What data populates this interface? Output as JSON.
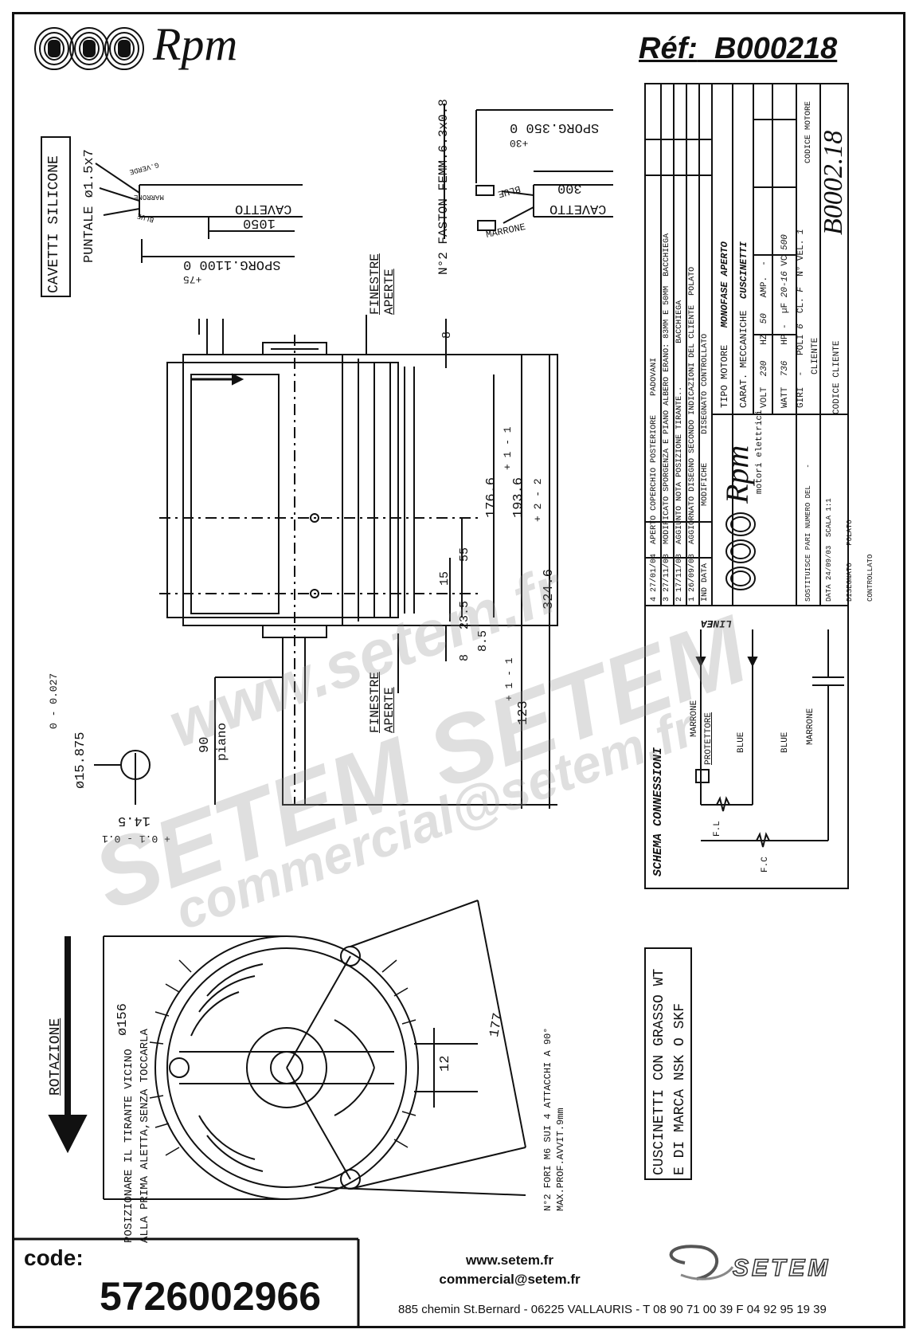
{
  "header": {
    "brand": "Rpm",
    "ref_label": "Réf:",
    "ref_value": "B000218"
  },
  "cables_left": {
    "title": "CAVETTI SILICONE",
    "terminal": "PUNTALE ø1.5x7",
    "cable": "CAVETTO",
    "len": "1050",
    "sporg": "SPORG.1100",
    "tol_plus": "+75",
    "tol_zero": "0",
    "w1": "G.VERDE",
    "w2": "MARRONE",
    "w3": "BLUE"
  },
  "cables_right": {
    "title": "N°2 FASTON FEMM.6.3x0.8",
    "cable": "CAVETTO",
    "len": "300",
    "sporg": "SPORG.350",
    "tol_plus": "+30",
    "tol_zero": "0",
    "w1": "BLUE",
    "w2": "MARRONE"
  },
  "side_view": {
    "finestre1": "FINESTRE",
    "aperte1": "APERTE",
    "finestre2": "FINESTRE",
    "aperte2": "APERTE",
    "d8a": "8",
    "d8b": "8",
    "d85": "8.5",
    "d235": "23.5",
    "d15": "15",
    "d55": "55",
    "d1766": "176.6",
    "d1936": "193.6",
    "d1936_tol": "+ 1  - 1",
    "d3246": "324.6",
    "d3246_tol": "+ 2  - 2",
    "d123": "123",
    "d123_tol": "+ 1  - 1",
    "d90": "90",
    "piano": "piano",
    "shaft": "ø15.875",
    "shaft_tol": "0  - 0.027",
    "flat": "14.5",
    "flat_tol": "+ 0.1  - 0.1"
  },
  "revisions": [
    {
      "ind": "4",
      "date": "27/01/04",
      "desc": "APERTO COPERCHIO POSTERIORE",
      "by": "PADOVANI"
    },
    {
      "ind": "3",
      "date": "27/11/03",
      "desc": "MODIFICATO SPORGENZA E PIANO ALBERO ERANO: 83MM E 50MM",
      "by": "BACCHIEGA"
    },
    {
      "ind": "2",
      "date": "17/11/03",
      "desc": "AGGIUNTO NOTA POSIZIONE TIRANTE..",
      "by": "BACCHIEGA"
    },
    {
      "ind": "1",
      "date": "26/09/03",
      "desc": "AGGIORNATO DISEGNO SECONDO INDICAZIONI DEL CLIENTE",
      "by": "POLATO"
    }
  ],
  "title_block": {
    "h_ind": "IND",
    "h_data": "DATA",
    "h_modifiche": "MODIFICHE",
    "h_disegnato": "DISEGNATO",
    "h_controllato": "CONTROLLATO",
    "tipo_motore_label": "TIPO MOTORE",
    "tipo_motore": "MONOFASE APERTO",
    "carat_label": "CARAT. MECCANICHE",
    "carat": "CUSCINETTI",
    "volt_label": "VOLT",
    "volt": "230",
    "hz_label": "HZ",
    "hz": "50",
    "amp_label": "AMP.",
    "amp": "-",
    "watt_label": "WATT",
    "watt": "736",
    "hp_label": "HP",
    "hp": "-",
    "uf_label": "µF",
    "uf": "20-16",
    "vc_label": "VC",
    "vc": "500",
    "giri_label": "GIRI",
    "giri": "-",
    "poli_label": "POLI",
    "poli": "6",
    "cl_label": "CL.",
    "cl": "F",
    "nvel_label": "N° VEL.",
    "nvel": "1",
    "cliente_label": "CLIENTE",
    "codice_motore_label": "CODICE MOTORE",
    "codice_motore": "B0002.18",
    "codice_cliente_label": "CODICE CLIENTE",
    "rpm_name": "Rpm",
    "rpm_sub": "motori elettrici",
    "sostituisce_label": "SOSTITUISCE PARI NUMERO DEL",
    "sostituisce": "-",
    "data_label": "DATA",
    "data": "24/09/03",
    "scala_label": "SCALA",
    "scala": "1:1",
    "disegnato_label": "DISEGNATO",
    "disegnato": "POLATO",
    "controllato_label": "CONTROLLATO"
  },
  "schema": {
    "title": "SCHEMA CONNESSIONI",
    "linea": "LINEA",
    "marrone1": "MARRONE",
    "protettore": "PROTETTORE",
    "blue1": "BLUE",
    "blue2": "BLUE",
    "marrone2": "MARRONE",
    "fl": "F.L",
    "fc": "F.C"
  },
  "bearing_note": {
    "line1": "CUSCINETTI CON GRASSO WT",
    "line2": "E DI MARCA NSK O SKF"
  },
  "front_view": {
    "rotazione": "ROTAZIONE",
    "d156": "ø156",
    "d177": "177",
    "d12": "12",
    "note1": "POSIZIONARE IL TIRANTE VICINO",
    "note2": "ALLA PRIMA ALETTA,SENZA TOCCARLA",
    "fori1": "N°2 FORI M6 SUI 4 ATTACCHI A 90°",
    "fori2": "MAX.PROF.AVVIT.9mm"
  },
  "watermarks": {
    "w1": "www.setem.fr",
    "w2": "SETEM SETEM",
    "w3": "commercial@setem.fr"
  },
  "footer": {
    "code_label": "code:",
    "code_value": "5726002966",
    "web": "www.setem.fr",
    "email": "commercial@setem.fr",
    "company": "SETEM",
    "address": "885 chemin St.Bernard  -  06225 VALLAURIS  -  T 08 90 71 00 39   F 04 92 95 19 39"
  }
}
